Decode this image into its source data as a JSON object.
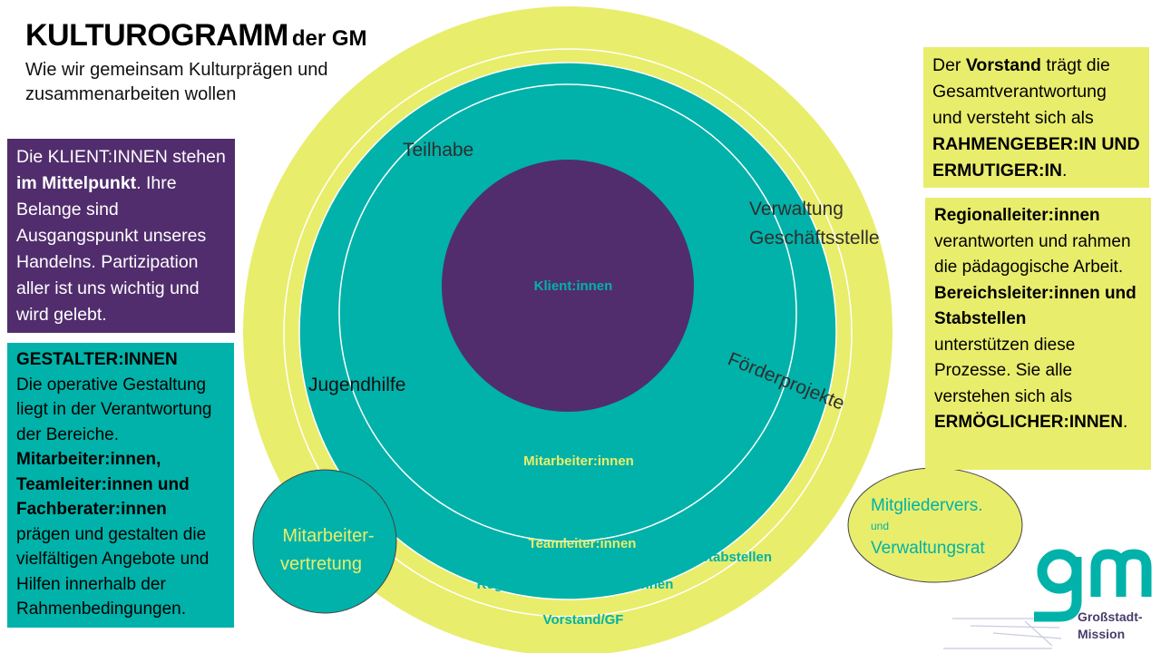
{
  "header": {
    "title": "KULTUROGRAMM",
    "title_suffix": "der GM",
    "subtitle": "Wie wir gemeinsam Kulturprägen und zusammenarbeiten wollen"
  },
  "boxes": {
    "klienten": {
      "part1": "Die KLIENT:INNEN stehen ",
      "bold1": "im Mittelpunkt",
      "part2": ". Ihre Belange sind Ausgangspunkt unseres Handelns. Partizipation aller ist uns wichtig und wird gelebt."
    },
    "gestalter": {
      "heading": "GESTALTER:INNEN",
      "part1": "Die operative Gestaltung liegt in der Verantwor­tung der Bereiche.",
      "bold1": "Mitarbeiter:innen, Teamleiter:innen und Fachberater:innen",
      "part2": "prägen und gestalten die vielfältigen Angebote und Hilfen innerhalb der Rahmenbedingungen."
    },
    "vorstand": {
      "part1": "Der ",
      "bold1": "Vorstand",
      "part2": " trägt die Gesamtverantwortung und versteht sich als",
      "bold2": "RAHMENGEBER:IN UND ERMUTIGER:IN",
      "part3": "."
    },
    "regional": {
      "bold1": "Regionalleiter:innen",
      "part1": "verantworten und rahmen die pädago­gische Arbeit.",
      "bold2": "Bereichsleiter:innen und Stabstellen",
      "part2": "unterstützen diese Prozesse. Sie alle verstehen sich als",
      "bold3": "ERMÖGLICHER:INNEN",
      "part3": "."
    }
  },
  "diagram": {
    "center": "Klient:innen",
    "mitarbeiter": "Mitarbeiter:innen",
    "teamleiter": "Teamleiter:innen",
    "regional": "Regional-/Bereichsleiter:innen",
    "vorstand": "Vorstand/GF",
    "stabstellen": "Stabstellen",
    "teilhabe": "Teilhabe",
    "verwaltung1": "Verwaltung",
    "verwaltung2": "Geschäftsstelle",
    "foerder": "Förderprojekte",
    "jugendhilfe": "Jugendhilfe",
    "mav1": "Mitarbeiter-",
    "mav2": "vertretung",
    "mv1": "Mitgliedervers.",
    "mv2": "und",
    "mv3": "Verwaltungsrat"
  },
  "logo": {
    "mark": "gm",
    "line1": "Großstadt-",
    "line2": "Mission"
  },
  "colors": {
    "yellow": "#e9ed6c",
    "teal": "#00b2a9",
    "purple": "#512d6d",
    "label_yellow": "#e9ed6c",
    "label_teal": "#00b2a9"
  }
}
